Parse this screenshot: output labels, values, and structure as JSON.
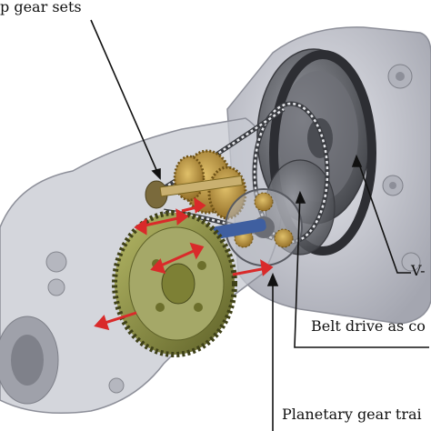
{
  "labels": {
    "gear_sets": "p gear sets",
    "vbelt": "V-",
    "belt_drive": "Belt drive as co",
    "planetary": "Planetary gear trai"
  },
  "colors": {
    "housing": "#c4c6ce",
    "housing_dark": "#8d8f99",
    "pulley": "#5a5c63",
    "belt": "#2d2e33",
    "ring_gear": "#8a8d3e",
    "gold_gear": "#b98f33",
    "arrow": "#d92a2a",
    "leader": "#111111"
  },
  "icons": [
    "red-force-arrow"
  ]
}
